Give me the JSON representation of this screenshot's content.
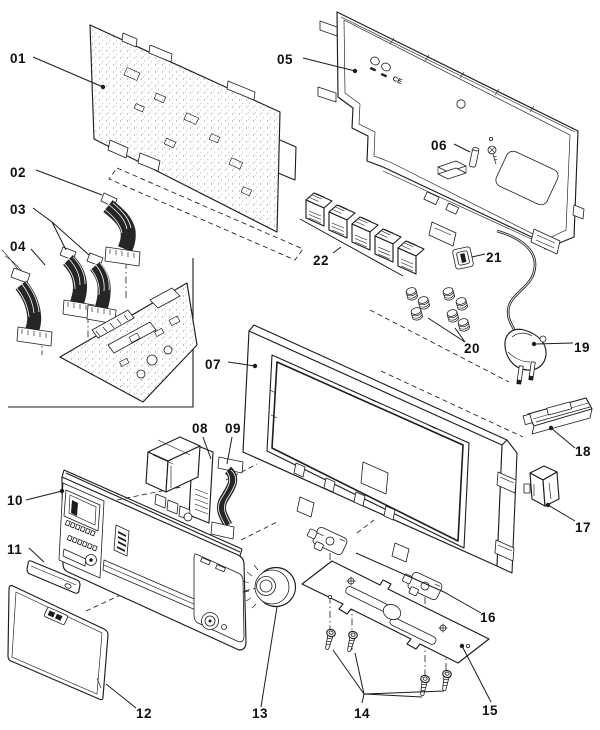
{
  "figure": {
    "ink_color": "#1d1d1b",
    "paper_color": "#ffffff"
  },
  "markings": {
    "ce_mark": "CE"
  },
  "callouts": {
    "c01": "01",
    "c02": "02",
    "c03": "03",
    "c04": "04",
    "c05": "05",
    "c06": "06",
    "c07": "07",
    "c08": "08",
    "c09": "09",
    "c10": "10",
    "c11": "11",
    "c12": "12",
    "c13": "13",
    "c14": "14",
    "c15": "15",
    "c16": "16",
    "c17": "17",
    "c18": "18",
    "c19": "19",
    "c20": "20",
    "c21": "21",
    "c22": "22"
  }
}
